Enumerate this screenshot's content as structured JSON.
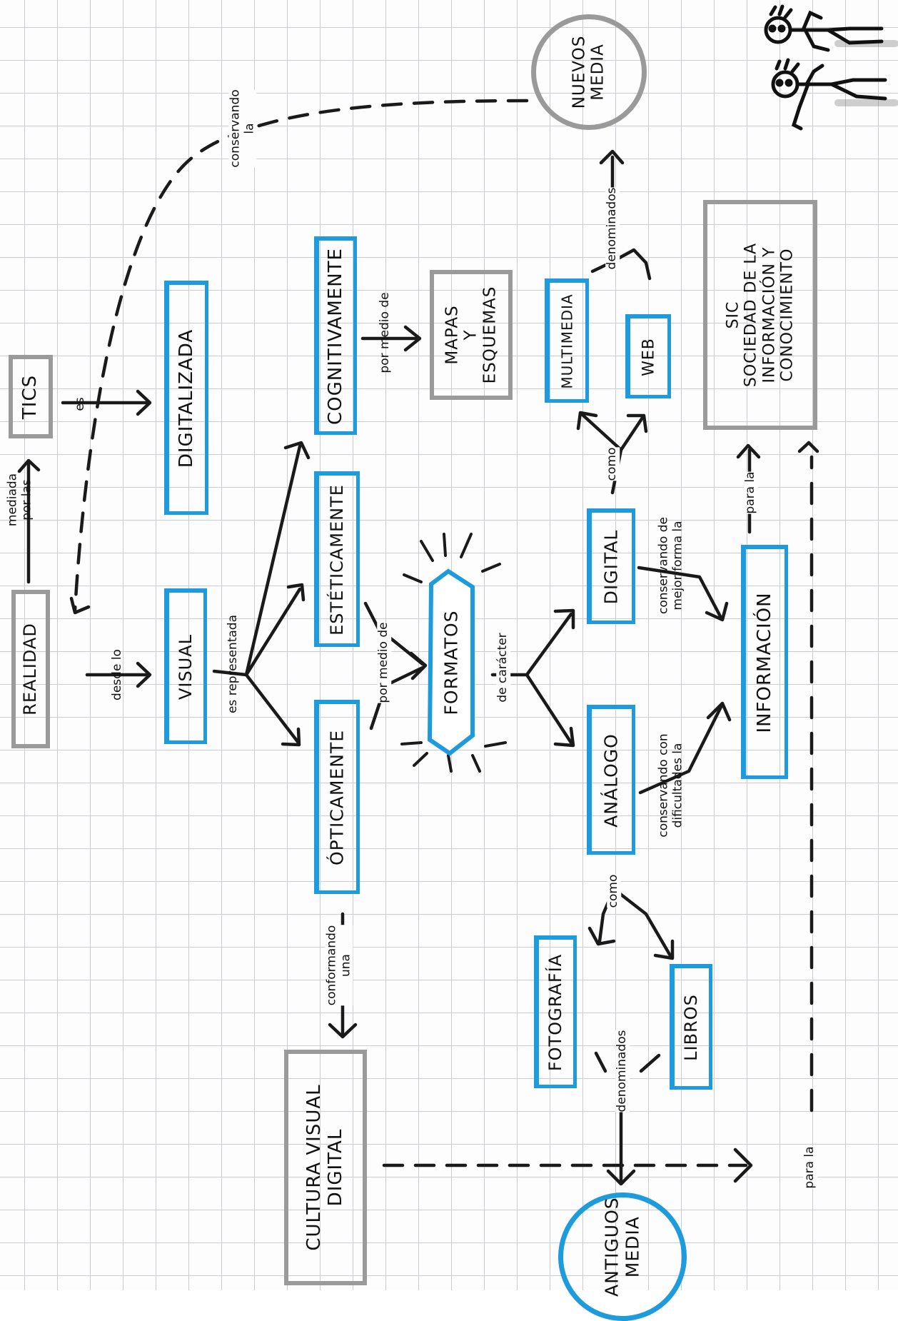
{
  "colors": {
    "blue": "#1e9bdc",
    "gray": "#9a9a9a",
    "ink": "#111111",
    "grid": "#c9cdd2"
  },
  "nodes": {
    "realidad": "REALIDAD",
    "tics": "TICS",
    "digitalizada": "DIGITALIZADA",
    "visual": "VISUAL",
    "cognitivamente": "COGNITIVAMENTE",
    "esteticamente": "ESTÉTICAMENTE",
    "opticamente": "ÓPTICAMENTE",
    "mapas": "MAPAS\nY\nESQUEMAS",
    "formatos": "FORMATOS",
    "multimedia": "MULTIMEDIA",
    "web": "WEB",
    "digital": "DIGITAL",
    "analogo": "ANÁLOGO",
    "informacion": "INFORMACIÓN",
    "sic": "SIC\nSOCIEDAD DE LA\nINFORMACIÓN Y\nCONOCIMIENTO",
    "nuevos_media": "NUEVOS\nMEDIA",
    "cultura": "CULTURA VISUAL\nDIGITAL",
    "fotografia": "FOTOGRAFÍA",
    "libros": "LIBROS",
    "antiguos_media": "ANTIGUOS\nMEDIA"
  },
  "links": {
    "mediada": "mediada\npor las",
    "es": "es",
    "desde": "desde lo",
    "es_representada": "es representada",
    "conservando_la": "conservando\nla",
    "por_medio_1": "por medio de",
    "por_medio_2": "por medio de",
    "de_caracter": "de carácter",
    "denominados_1": "denominados",
    "como_1": "como",
    "conservando_mejor": "conservando de\nmejor forma la",
    "conservando_dificultades": "conservando con\ndificultades la",
    "para_la_1": "para la",
    "como_2": "como",
    "conformando": "conformando\nuna",
    "denominados_2": "denominados",
    "para_la_2": "para la"
  }
}
